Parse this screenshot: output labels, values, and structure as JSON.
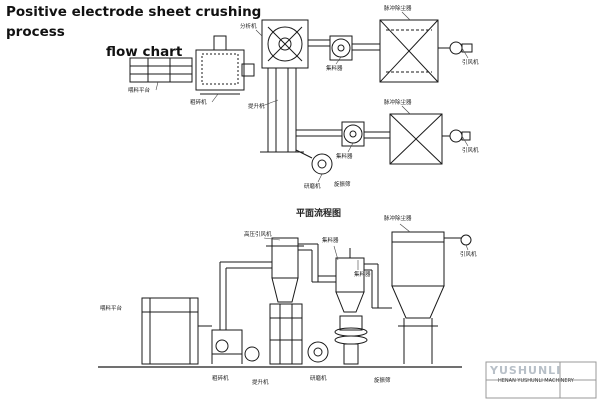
{
  "title": {
    "line1": "Positive electrode sheet crushing process",
    "line2": "flow chart"
  },
  "plan_view_label": "平面流程图",
  "labels": {
    "feed_platform_top": "喂料平台",
    "coarse_crusher_top": "粗碎机",
    "separator_top": "分析机",
    "lift_top": "提升机",
    "collector1_top": "集料器",
    "pulse_dust1_top": "脉冲除尘器",
    "fan1_top": "引风机",
    "pulse_dust2_top": "脉冲除尘器",
    "collector2_top": "集料器",
    "fan2_top": "引风机",
    "fine_mill_top": "研磨机",
    "vibrating_screen_top": "旋振筛",
    "hp_fan_front": "高压引风机",
    "collector1_front": "集料器",
    "collector2_front": "集料器",
    "pulse_dust_front": "脉冲除尘器",
    "fan_front": "引风机",
    "feed_platform_front": "喂料平台",
    "coarse_crusher_front": "粗碎机",
    "lift_front": "提升机",
    "fine_mill_front": "研磨机",
    "vibrating_screen_front": "旋振筛"
  },
  "watermark": "YUSHUNLI",
  "watermark_sub": "HENAN YUSHUNLI MACHINERY"
}
